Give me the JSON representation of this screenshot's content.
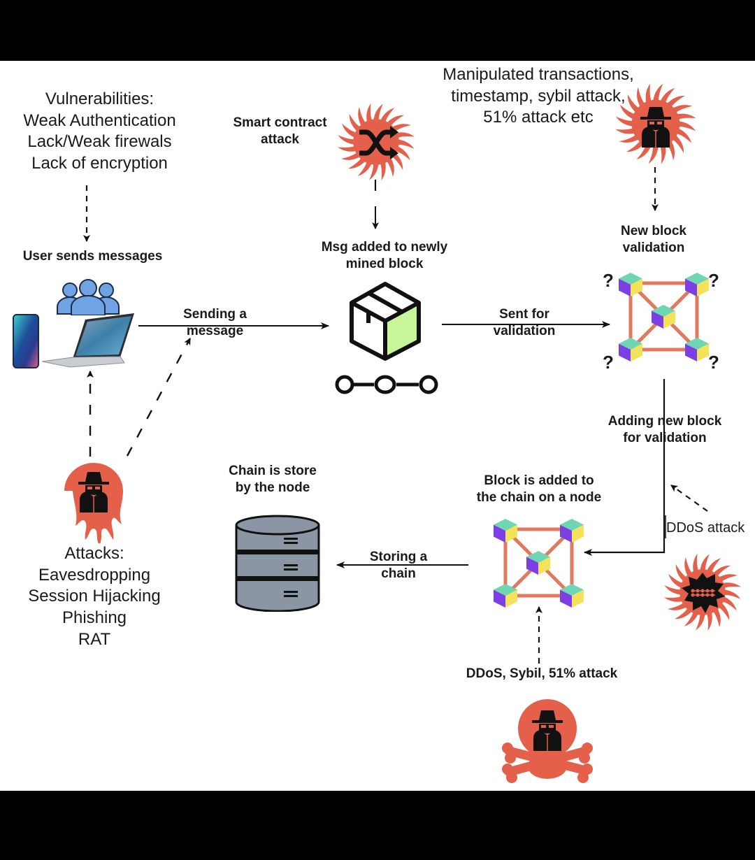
{
  "colors": {
    "threat": "#e5604a",
    "arrow": "#111111",
    "link": "#e07a5f",
    "cube_top": "#6fd6b4",
    "cube_left": "#7b3fe4",
    "cube_right": "#f3e25a",
    "box_face": "#c9f59a",
    "db_fill": "#8a96a3",
    "users": "#6fa3e3"
  },
  "labels": {
    "vulnerabilities": "Vulnerabilities:\nWeak Authentication\nLack/Weak firewals\nLack of encryption",
    "user_sends": "User sends messages",
    "smart_contract": "Smart contract\nattack",
    "manipulated": "Manipulated transactions,\ntimestamp, sybil attack,\n51% attack etc",
    "msg_added": "Msg added to newly\nmined block",
    "new_block_validation": "New block\nvalidation",
    "sending_message": "Sending a\nmessage",
    "sent_for_validation": "Sent for\nvalidation",
    "adding_new_block": "Adding new block\nfor validation",
    "chain_store": "Chain is store\nby the node",
    "block_added": "Block is added to\nthe chain on a node",
    "ddos_attack": "DDoS attack",
    "storing_chain": "Storing a\nchain",
    "attacks": "Attacks:\nEavesdropping\nSession Hijacking\nPhishing\nRAT",
    "ddos_sybil": "DDoS, Sybil, 51% attack",
    "question_mark": "?"
  }
}
